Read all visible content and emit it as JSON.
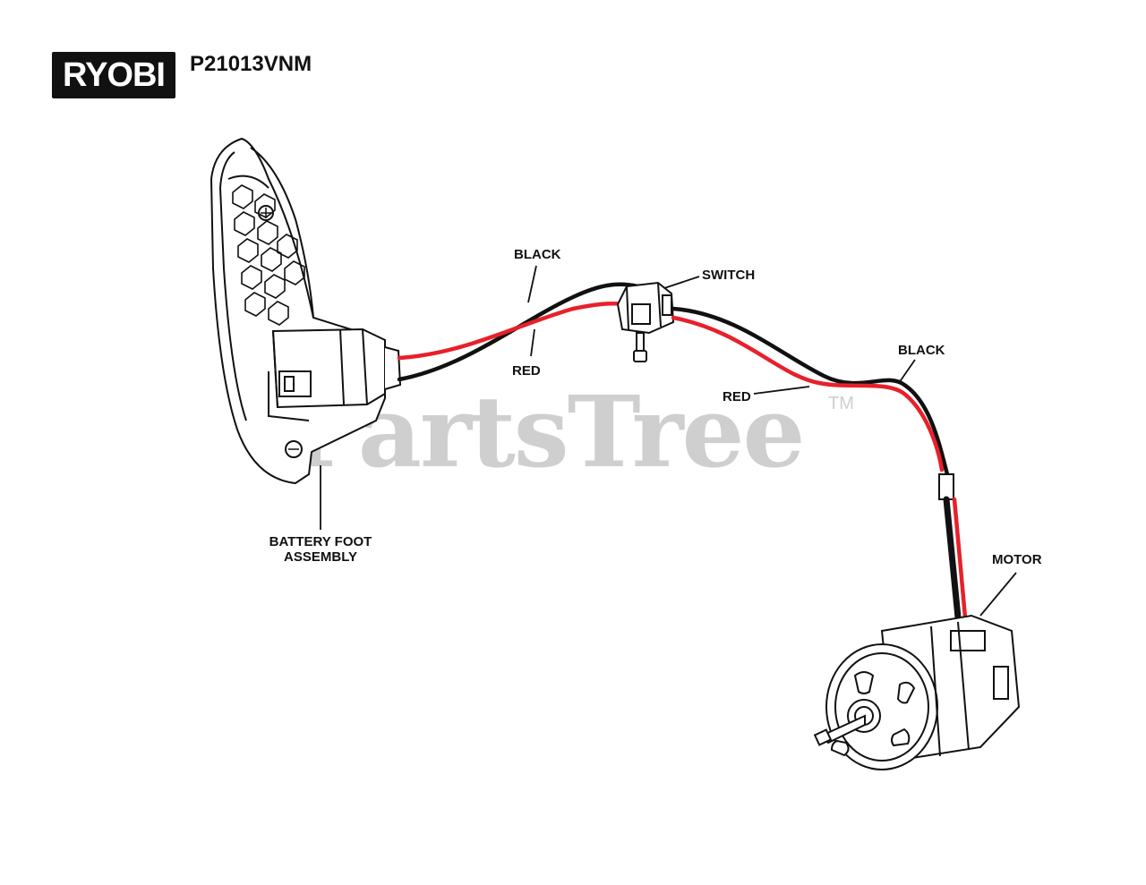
{
  "header": {
    "brand_logo": "RYOBI",
    "model": "P21013VNM"
  },
  "watermark": {
    "text": "PartsTree",
    "trademark": "TM"
  },
  "labels": {
    "black_1": "BLACK",
    "red_1": "RED",
    "switch": "SWITCH",
    "black_2": "BLACK",
    "red_2": "RED",
    "motor": "MOTOR",
    "battery_line1": "BATTERY FOOT",
    "battery_line2": "ASSEMBLY"
  },
  "colors": {
    "red_wire": "#e8202a",
    "black_wire": "#111111",
    "watermark": "#cfcfcf"
  }
}
